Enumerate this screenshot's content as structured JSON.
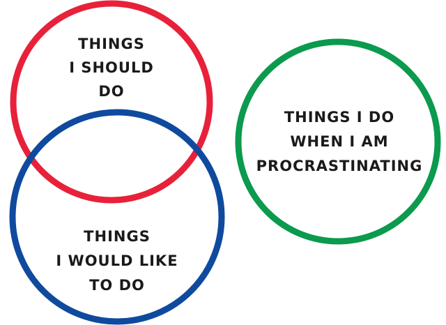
{
  "diagram": {
    "type": "venn",
    "sets": [
      {
        "id": "should",
        "color": "#e8213a",
        "lines": [
          "THINGS",
          "I SHOULD",
          "DO"
        ]
      },
      {
        "id": "would_like",
        "color": "#0f4a9e",
        "lines": [
          "THINGS",
          "I WOULD LIKE",
          "TO DO"
        ]
      },
      {
        "id": "procrastinating",
        "color": "#0b9a4e",
        "lines": [
          "THINGS I DO",
          "WHEN I AM",
          "PROCRASTINATING"
        ]
      }
    ]
  }
}
